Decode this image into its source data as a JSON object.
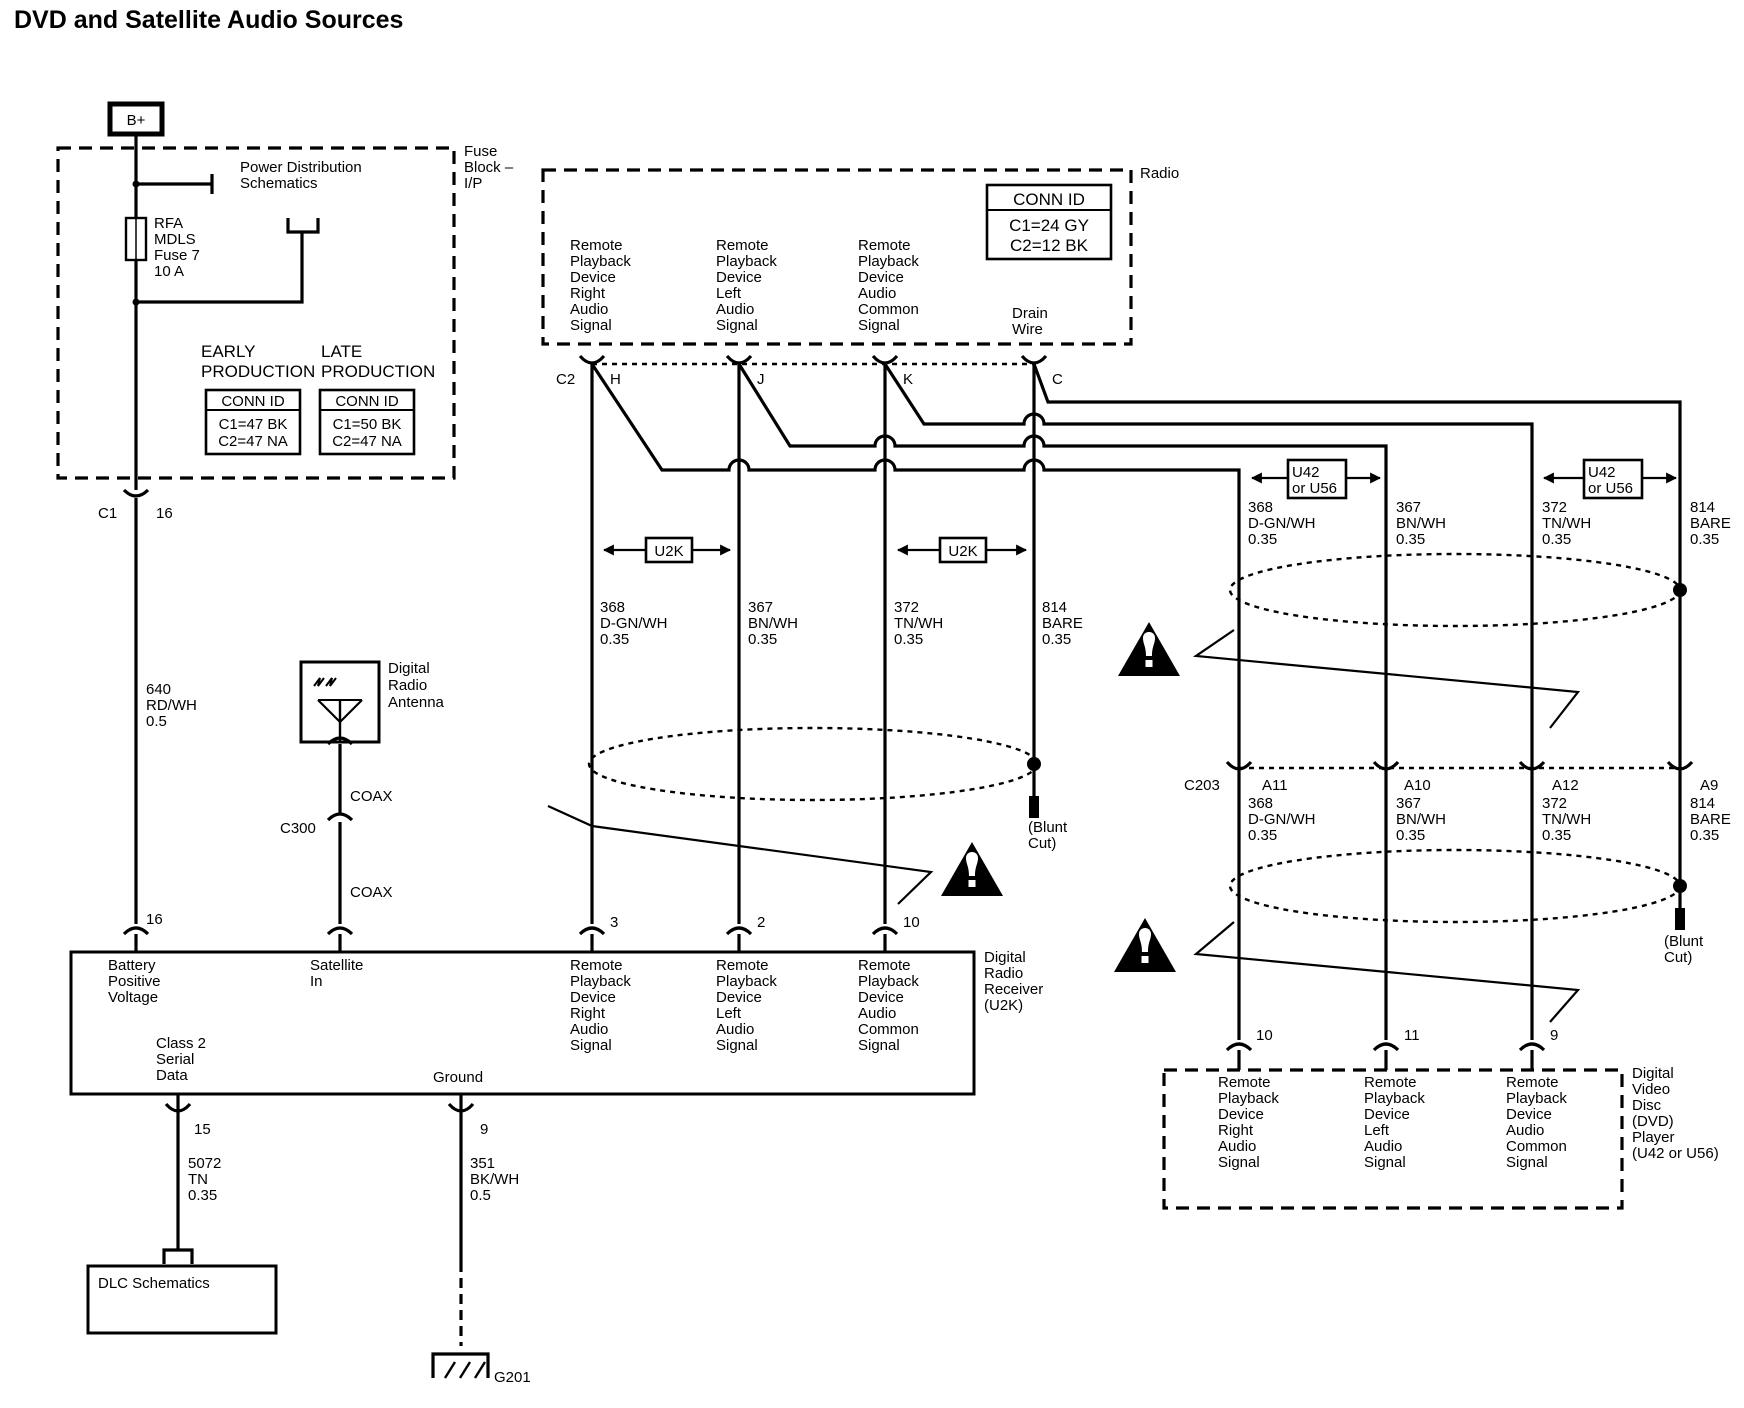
{
  "title": "DVD and Satellite Audio Sources",
  "power": {
    "bplus": "B+",
    "fuse_block": [
      "Fuse",
      "Block –",
      "I/P"
    ],
    "power_dist": [
      "Power Distribution",
      "Schematics"
    ],
    "fuse": [
      "RFA",
      "MDLS",
      "Fuse 7",
      "10 A"
    ],
    "early": [
      "EARLY",
      "PRODUCTION"
    ],
    "late": [
      "LATE",
      "PRODUCTION"
    ],
    "early_conn": [
      "CONN ID",
      "C1=47 BK",
      "C2=47 NA"
    ],
    "late_conn": [
      "CONN ID",
      "C1=50 BK",
      "C2=47 NA"
    ],
    "c1": "C1",
    "c1_pin": "16",
    "wire": [
      "640",
      "RD/WH",
      "0.5"
    ]
  },
  "radio": {
    "name": "Radio",
    "conn": [
      "CONN ID",
      "C1=24 GY",
      "C2=12 BK"
    ],
    "signals": [
      [
        "Remote",
        "Playback",
        "Device",
        "Right",
        "Audio",
        "Signal"
      ],
      [
        "Remote",
        "Playback",
        "Device",
        "Left",
        "Audio",
        "Signal"
      ],
      [
        "Remote",
        "Playback",
        "Device",
        "Audio",
        "Common",
        "Signal"
      ],
      [
        "Drain",
        "Wire"
      ]
    ],
    "connector": "C2",
    "pins": [
      "H",
      "J",
      "K",
      "C"
    ]
  },
  "option_u2k": "U2K",
  "option_dvd": [
    "U42",
    "or U56"
  ],
  "left_wires": [
    [
      "368",
      "D-GN/WH",
      "0.35"
    ],
    [
      "367",
      "BN/WH",
      "0.35"
    ],
    [
      "372",
      "TN/WH",
      "0.35"
    ],
    [
      "814",
      "BARE",
      "0.35"
    ]
  ],
  "right_wires_top": [
    [
      "368",
      "D-GN/WH",
      "0.35"
    ],
    [
      "367",
      "BN/WH",
      "0.35"
    ],
    [
      "372",
      "TN/WH",
      "0.35"
    ],
    [
      "814",
      "BARE",
      "0.35"
    ]
  ],
  "blunt_cut": [
    "(Blunt",
    "Cut)"
  ],
  "antenna": {
    "label": [
      "Digital",
      "Radio",
      "Antenna"
    ],
    "coax": "COAX",
    "c300": "C300"
  },
  "c203": {
    "name": "C203",
    "pins": [
      "A11",
      "A10",
      "A12",
      "A9"
    ],
    "wires": [
      [
        "368",
        "D-GN/WH",
        "0.35"
      ],
      [
        "367",
        "BN/WH",
        "0.35"
      ],
      [
        "372",
        "TN/WH",
        "0.35"
      ],
      [
        "814",
        "BARE",
        "0.35"
      ]
    ]
  },
  "receiver": {
    "name": [
      "Digital",
      "Radio",
      "Receiver",
      "(U2K)"
    ],
    "pins_top": [
      "16",
      "3",
      "2",
      "10"
    ],
    "battery": [
      "Battery",
      "Positive",
      "Voltage"
    ],
    "satellite": [
      "Satellite",
      "In"
    ],
    "signals": [
      [
        "Remote",
        "Playback",
        "Device",
        "Right",
        "Audio",
        "Signal"
      ],
      [
        "Remote",
        "Playback",
        "Device",
        "Left",
        "Audio",
        "Signal"
      ],
      [
        "Remote",
        "Playback",
        "Device",
        "Audio",
        "Common",
        "Signal"
      ]
    ],
    "class2": [
      "Class 2",
      "Serial",
      "Data"
    ],
    "ground": "Ground",
    "pins_bottom": [
      "15",
      "9"
    ]
  },
  "serial_wire": [
    "5072",
    "TN",
    "0.35"
  ],
  "ground_wire": [
    "351",
    "BK/WH",
    "0.5"
  ],
  "dlc": "DLC Schematics",
  "g201": "G201",
  "dvd": {
    "name": [
      "Digital",
      "Video",
      "Disc",
      "(DVD)",
      "Player",
      "(U42 or U56)"
    ],
    "pins": [
      "10",
      "11",
      "9"
    ],
    "signals": [
      [
        "Remote",
        "Playback",
        "Device",
        "Right",
        "Audio",
        "Signal"
      ],
      [
        "Remote",
        "Playback",
        "Device",
        "Left",
        "Audio",
        "Signal"
      ],
      [
        "Remote",
        "Playback",
        "Device",
        "Audio",
        "Common",
        "Signal"
      ]
    ]
  }
}
